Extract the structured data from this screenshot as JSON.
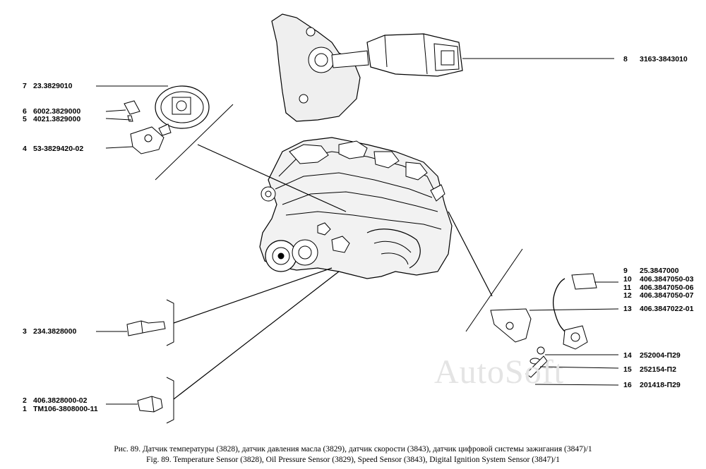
{
  "callouts": [
    {
      "num": "7",
      "code": "23.3829010"
    },
    {
      "num": "6",
      "code": "6002.3829000"
    },
    {
      "num": "5",
      "code": "4021.3829000"
    },
    {
      "num": "4",
      "code": "53-3829420-02"
    },
    {
      "num": "8",
      "code": "3163-3843010"
    },
    {
      "num": "9",
      "code": "25.3847000"
    },
    {
      "num": "10",
      "code": "406.3847050-03"
    },
    {
      "num": "11",
      "code": "406.3847050-06"
    },
    {
      "num": "12",
      "code": "406.3847050-07"
    },
    {
      "num": "13",
      "code": "406.3847022-01"
    },
    {
      "num": "14",
      "code": "252004-П29"
    },
    {
      "num": "15",
      "code": "252154-П2"
    },
    {
      "num": "16",
      "code": "201418-П29"
    },
    {
      "num": "3",
      "code": "234.3828000"
    },
    {
      "num": "2",
      "code": "406.3828000-02"
    },
    {
      "num": "1",
      "code": "ТМ106-3808000-11"
    }
  ],
  "caption": {
    "ru": "Рис. 89. Датчик температуры (3828), датчик давления масла (3829), датчик скорости (3843), датчик цифровой системы зажигания (3847)/1",
    "en": "Fig. 89. Temperature Sensor (3828), Oil Pressure Sensor (3829), Speed Sensor (3843), Digital Ignition System Sensor (3847)/1"
  },
  "watermark": "AutoSoft"
}
